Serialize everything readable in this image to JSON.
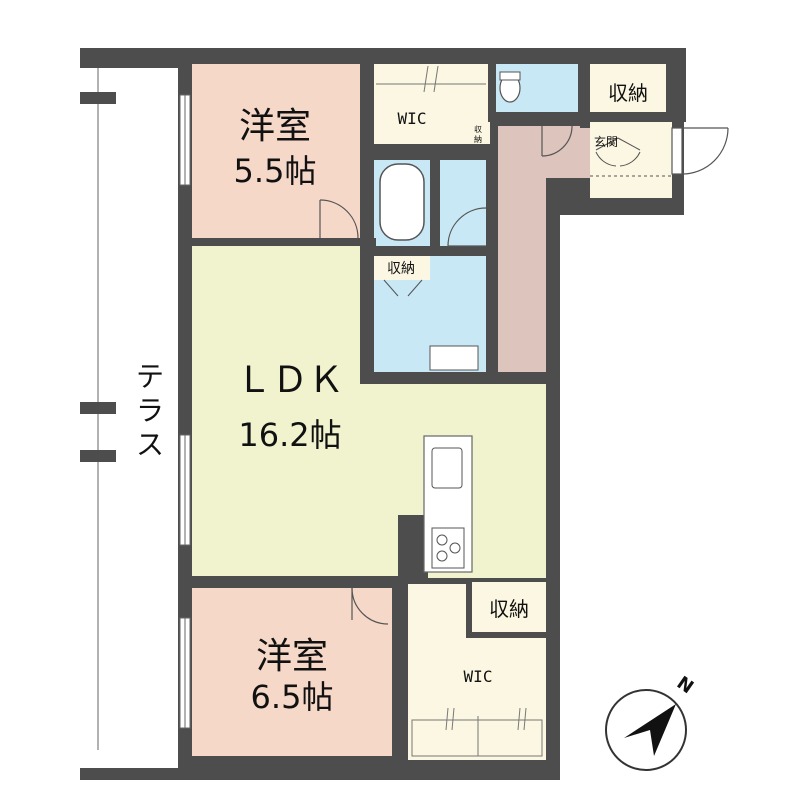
{
  "colors": {
    "wall": "#4d4d4d",
    "ldk": "#f1f3cf",
    "bedroom": "#f6d8c8",
    "wet": "#c9e8f5",
    "hall": "#ddc4bd",
    "storage": "#fbf7e2",
    "terrace": "#ffffff"
  },
  "rooms": {
    "bedroom_top": {
      "name": "洋室",
      "size": "5.5帖"
    },
    "ldk": {
      "name": "ＬＤＫ",
      "size": "16.2帖"
    },
    "bedroom_bottom": {
      "name": "洋室",
      "size": "6.5帖"
    },
    "wic_top": "WIC",
    "wic_bottom": "WIC",
    "storage_top": "収納",
    "storage_bottom": "収納",
    "storage_bath": "収納",
    "storage_small": [
      "収",
      "納"
    ],
    "entrance": "玄関",
    "terrace": [
      "テ",
      "ラ",
      "ス"
    ]
  },
  "compass": {
    "label": "N",
    "icon": "north-arrow-icon"
  }
}
